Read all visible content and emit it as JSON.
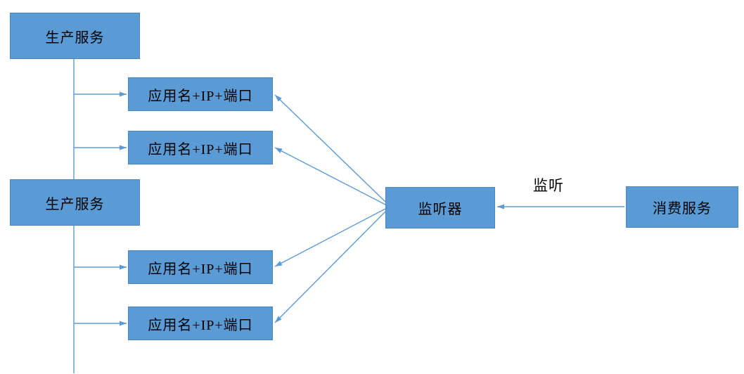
{
  "diagram": {
    "nodes": [
      {
        "id": "producer-1",
        "label": "生产服务"
      },
      {
        "id": "instance-1",
        "label": "应用名+IP+端口"
      },
      {
        "id": "instance-2",
        "label": "应用名+IP+端口"
      },
      {
        "id": "producer-2",
        "label": "生产服务"
      },
      {
        "id": "instance-3",
        "label": "应用名+IP+端口"
      },
      {
        "id": "instance-4",
        "label": "应用名+IP+端口"
      },
      {
        "id": "listener",
        "label": "监听器"
      },
      {
        "id": "consumer",
        "label": "消费服务"
      }
    ],
    "edges": [
      {
        "from": "producer-1",
        "to": "instance-1",
        "label": ""
      },
      {
        "from": "producer-1",
        "to": "instance-2",
        "label": ""
      },
      {
        "from": "producer-2",
        "to": "instance-3",
        "label": ""
      },
      {
        "from": "producer-2",
        "to": "instance-4",
        "label": ""
      },
      {
        "from": "listener",
        "to": "instance-1",
        "label": ""
      },
      {
        "from": "listener",
        "to": "instance-2",
        "label": ""
      },
      {
        "from": "listener",
        "to": "instance-3",
        "label": ""
      },
      {
        "from": "listener",
        "to": "instance-4",
        "label": ""
      },
      {
        "from": "consumer",
        "to": "listener",
        "label": "监听"
      }
    ],
    "edge_label": "监听",
    "colors": {
      "node_fill": "#5b9bd5",
      "node_border": "#4a86c0",
      "connector": "#5b9bd5",
      "text": "#000000",
      "background": "#ffffff"
    }
  }
}
